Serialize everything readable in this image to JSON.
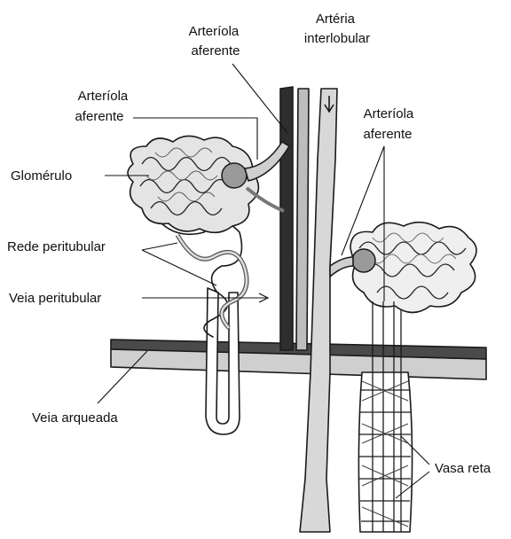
{
  "labels": {
    "arteriola_aferente_top": [
      "Arteríola",
      "aferente"
    ],
    "arteria_interlobular": [
      "Artéria",
      "interlobular"
    ],
    "arteriola_aferente_left": [
      "Arteríola",
      "aferente"
    ],
    "arteriola_aferente_right": [
      "Arteríola",
      "aferente"
    ],
    "glomerulo": "Glomérulo",
    "rede_peritubular": "Rede peritubular",
    "veia_peritubular": "Veia peritubular",
    "veia_arqueada": "Veia arqueada",
    "vasa_reta": "Vasa reta"
  },
  "colors": {
    "vessel_light": "#cfcfcf",
    "vessel_mid": "#9a9a9a",
    "vessel_dark": "#2e2e2e",
    "tubule": "#ffffff",
    "outline": "#1a1a1a"
  }
}
